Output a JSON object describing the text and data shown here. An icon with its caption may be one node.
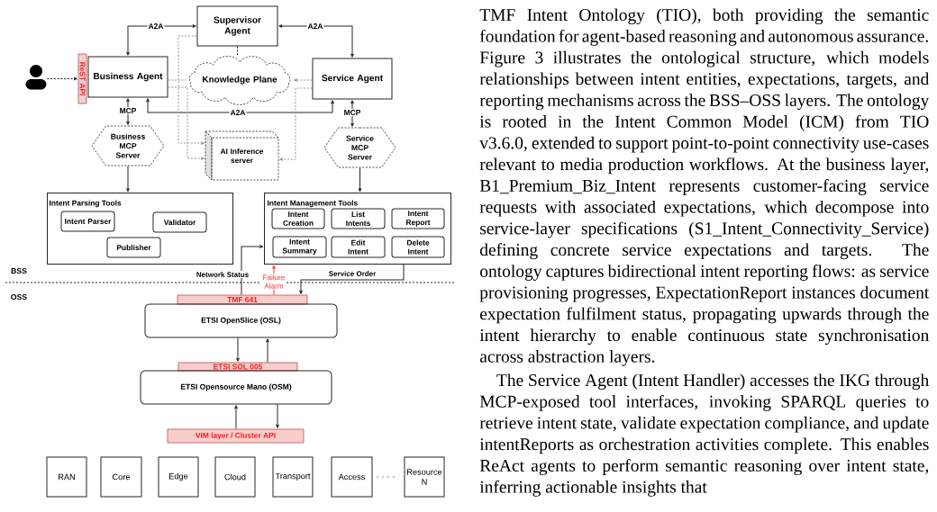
{
  "diagram": {
    "nodes": [
      {
        "text": [
          "Supervisor Agent"
        ]
      },
      {
        "text": [],
        "shape": "person"
      },
      {
        "text": [
          "ReST API"
        ]
      },
      {
        "text": [
          "Business Agent"
        ]
      },
      {
        "text": [
          "Knowledge Plane"
        ]
      },
      {
        "text": [
          "Service Agent"
        ]
      },
      {
        "text": [
          "Business MCP Server"
        ]
      },
      {
        "text": [
          "AI Inference server"
        ]
      },
      {
        "text": [
          "Service MCP Server"
        ]
      },
      {
        "text": [
          "Intent Parsing Tools"
        ]
      },
      {
        "text": [
          "Intent Parser"
        ],
        "in": 9
      },
      {
        "text": [
          "Validator"
        ],
        "in": 9
      },
      {
        "text": [
          "Publisher"
        ],
        "in": 9
      },
      {
        "text": [
          "Intent Management Tools"
        ]
      },
      {
        "text": [
          "Intent Creation"
        ],
        "in": 13
      },
      {
        "text": [
          "List Intents"
        ],
        "in": 13
      },
      {
        "text": [
          "Intent Report"
        ],
        "in": 13
      },
      {
        "text": [
          "Intent Summary"
        ],
        "in": 13
      },
      {
        "text": [
          "Edit Intent"
        ],
        "in": 13
      },
      {
        "text": [
          "Delete Intent"
        ],
        "in": 13
      },
      {
        "text": [
          "TMF 641"
        ]
      },
      {
        "text": [
          "ETSI OpenSlice (OSL)"
        ]
      },
      {
        "text": [
          "ETSI SOL 005"
        ]
      },
      {
        "text": [
          "ETSI Opensource Mano (OSM)"
        ]
      },
      {
        "text": [
          "VIM layer / Cluster API"
        ]
      },
      {
        "text": [
          "RAN"
        ]
      },
      {
        "text": [
          "Core"
        ]
      },
      {
        "text": [
          "Edge"
        ]
      },
      {
        "text": [
          "Cloud"
        ]
      },
      {
        "text": [
          "Transport"
        ]
      },
      {
        "text": [
          "Access"
        ]
      },
      {
        "text": [
          "Resource N"
        ]
      }
    ],
    "edges": [
      {
        "from": 1,
        "to": 2,
        "arrow": "to",
        "style": "dashed"
      },
      {
        "from": 3,
        "to": 0,
        "arrow": "both",
        "label": "A2A"
      },
      {
        "from": 0,
        "to": 5,
        "arrow": "both",
        "label": "A2A"
      },
      {
        "from": 3,
        "to": 5,
        "arrow": "both",
        "label": "A2A"
      },
      {
        "from": 3,
        "to": 6,
        "arrow": "both",
        "label": "MCP"
      },
      {
        "from": 5,
        "to": 8,
        "arrow": "both",
        "label": "MCP"
      },
      {
        "from": 3,
        "to": 4,
        "arrow": "none",
        "style": "dashed",
        "color": "#999999"
      },
      {
        "from": 0,
        "to": 4,
        "arrow": "none",
        "style": "dashed"
      },
      {
        "from": 5,
        "to": 4,
        "arrow": "to",
        "style": "dashed",
        "color": "#999999"
      },
      {
        "from": 0,
        "to": 7,
        "arrow": "to",
        "style": "dashed",
        "color": "#999999"
      },
      {
        "from": 3,
        "to": 7,
        "arrow": "to",
        "style": "dashed",
        "color": "#999999"
      },
      {
        "from": 5,
        "to": 7,
        "arrow": "to",
        "style": "dashed",
        "color": "#999999"
      },
      {
        "from": 6,
        "to": 9,
        "arrow": "to"
      },
      {
        "from": 8,
        "to": 13,
        "arrow": "to"
      },
      {
        "from": 20,
        "to": 13,
        "arrow": "to",
        "label": "Network Status"
      },
      {
        "from": 20,
        "to": 13,
        "arrow": "to",
        "label": "Failure Alarm",
        "color": "#ff3333"
      },
      {
        "from": 13,
        "to": 20,
        "arrow": "to",
        "label": "Service Order"
      },
      {
        "from": 21,
        "to": 22,
        "arrow": "to"
      },
      {
        "from": 22,
        "to": 21,
        "arrow": "to"
      },
      {
        "from": 24,
        "to": 23,
        "arrow": "to"
      },
      {
        "from": 23,
        "to": 24,
        "arrow": "to"
      }
    ],
    "labels": [
      "BSS",
      "OSS",
      ". . . .",
      "TMF Intent Ontology (TIO), both providing the semantic foundation for agent-based reasoning and autonomous assurance. Figure 3 illustrates the ontological structure, which models relationships between intent entities, expectations, targets, and reporting mechanisms across the BSS–OSS layers. The ontology is rooted in the Intent Common Model (ICM) from TIO v3.6.0, extended to support point-to-point connectivity use-cases relevant to media production workflows. At the business layer, B1_Premium_Biz_Intent represents customer-facing service requests with associated expectations, which decompose into service-layer specifications (S1_Intent_Connectivity_Service) defining concrete service expectations and targets. The ontology captures bidirectional intent reporting flows: as service provisioning progresses, ExpectationReport instances document expectation fulfilment status, propagating upwards through the intent hierarchy to enable continuous state synchronisation across abstraction layers.",
      "The Service Agent (Intent Handler) accesses the IKG through MCP-exposed tool interfaces, invoking SPARQL queries to retrieve intent state, validate expectation compliance, and update intentReports as orchestration activities complete. This enables ReAct agents to perform semantic reasoning over intent state, inferring actionable insights that"
    ]
  }
}
